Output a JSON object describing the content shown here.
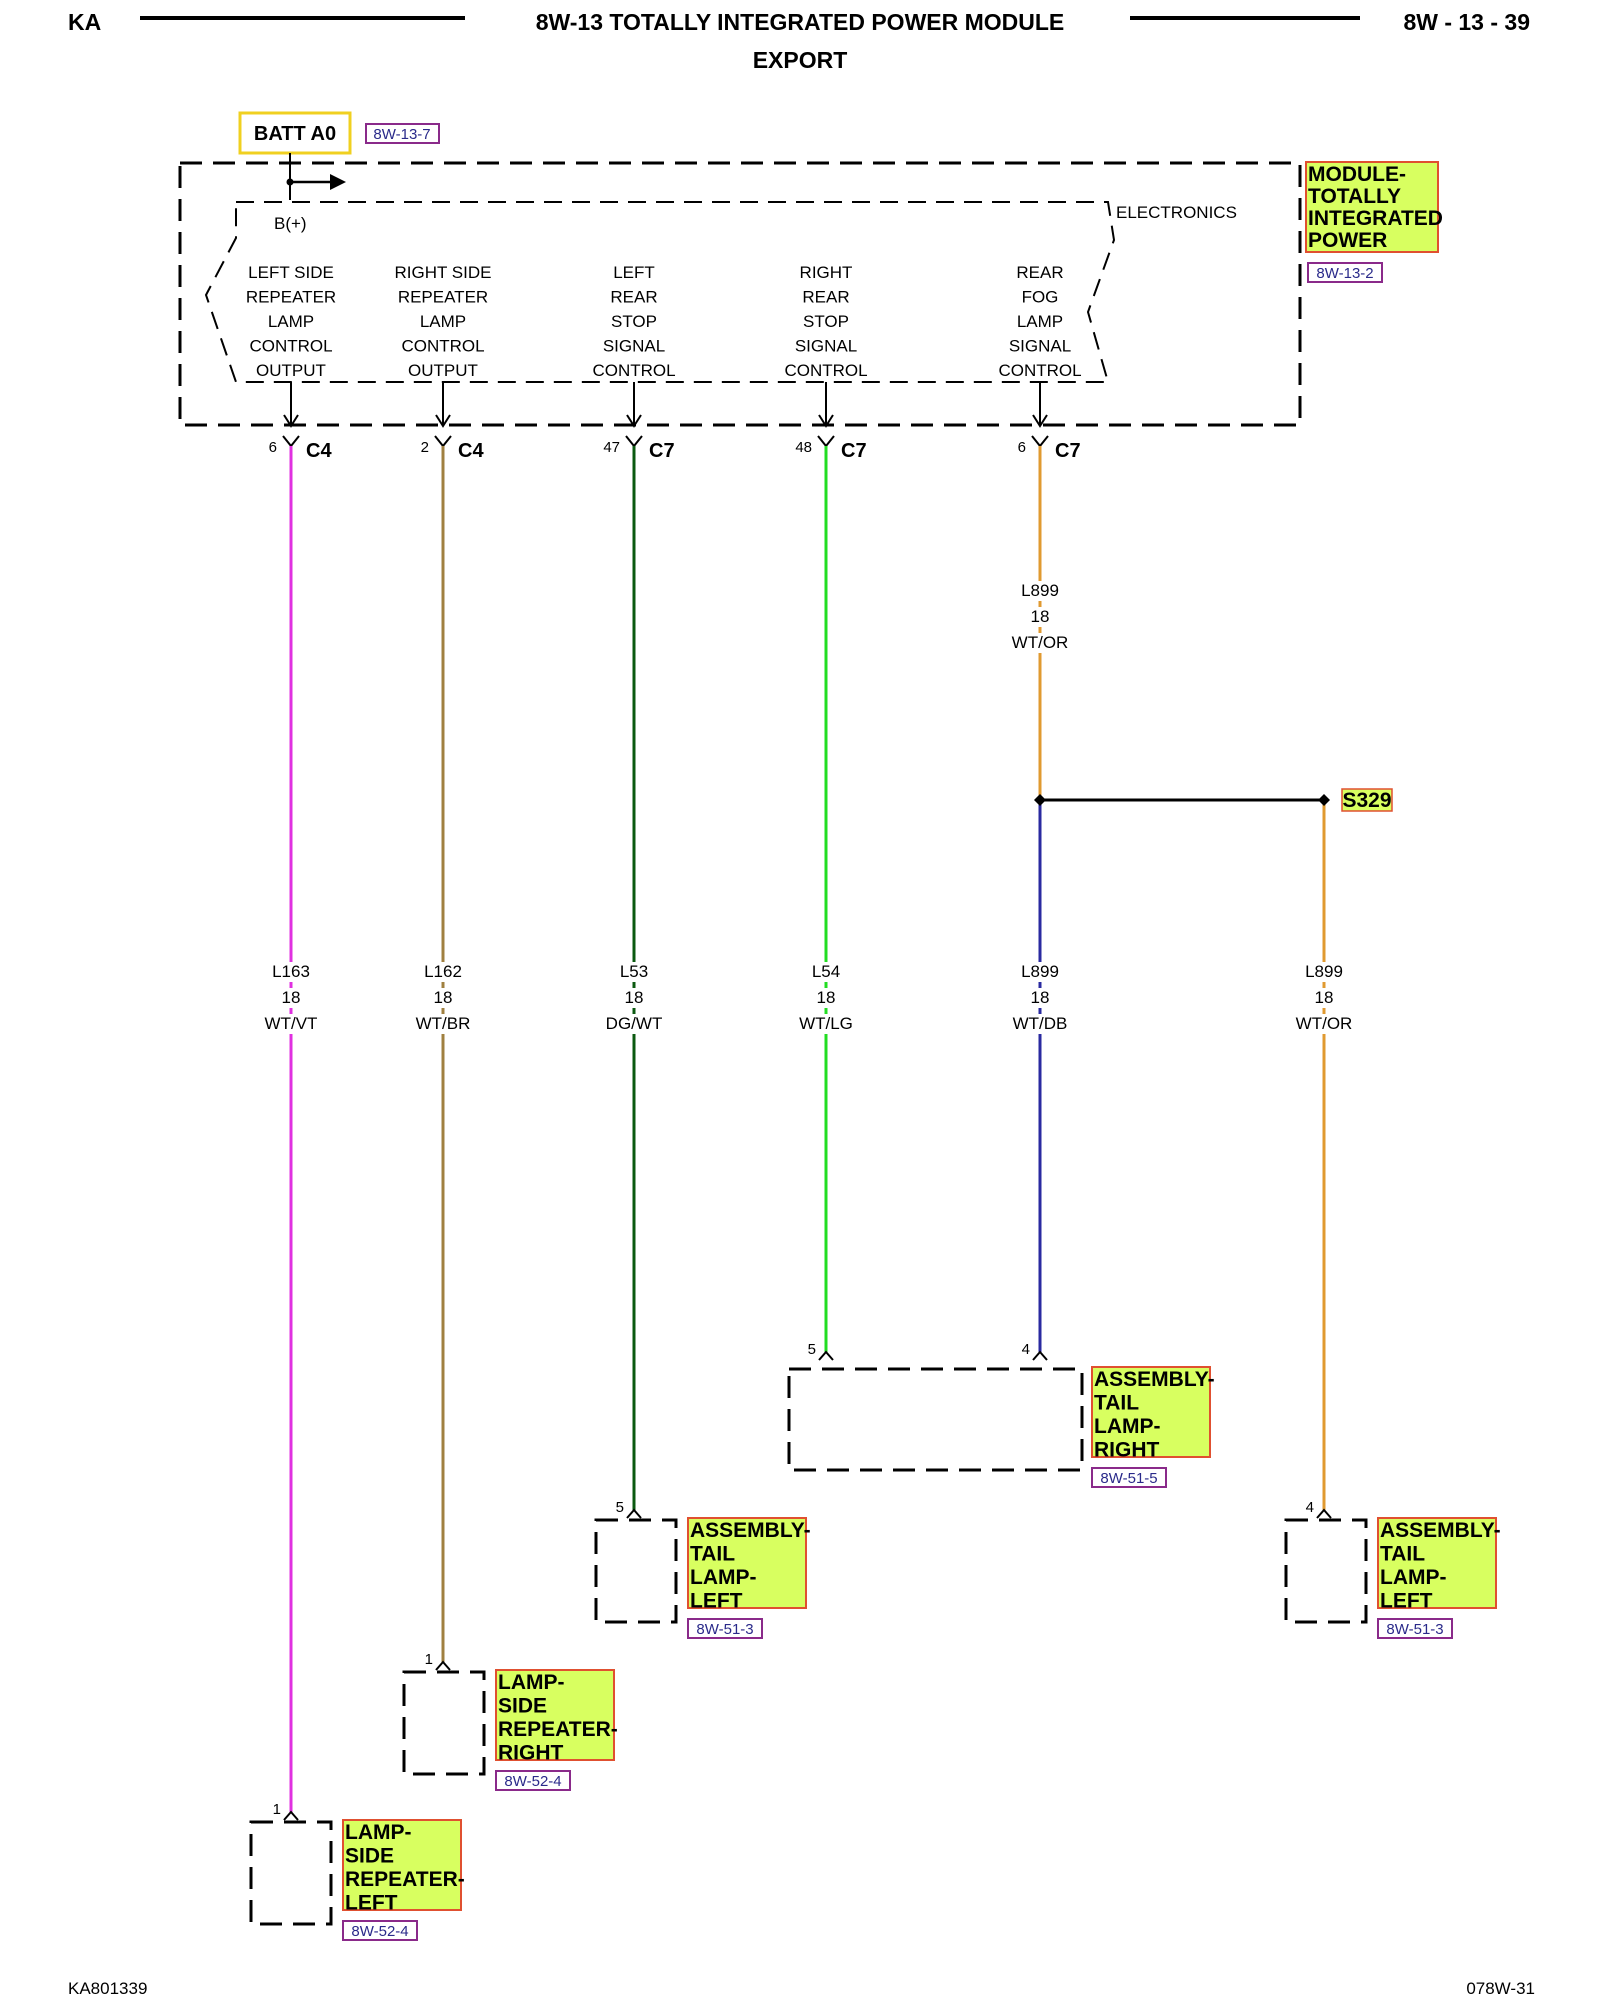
{
  "header": {
    "left": "KA",
    "title": "8W-13 TOTALLY INTEGRATED POWER MODULE",
    "subtitle": "EXPORT",
    "page": "8W - 13 - 39"
  },
  "footer": {
    "left": "KA801339",
    "right": "078W-31"
  },
  "batt": {
    "label": "BATT A0",
    "ref": "8W-13-7"
  },
  "module": {
    "label_lines": [
      "MODULE-",
      "TOTALLY",
      "INTEGRATED",
      "POWER"
    ],
    "ref": "8W-13-2",
    "electronics": "ELECTRONICS",
    "bplus": "B(+)"
  },
  "outputs": [
    {
      "lines": [
        "LEFT SIDE",
        "REPEATER",
        "LAMP",
        "CONTROL",
        "OUTPUT"
      ],
      "pin": "6",
      "connector": "C4",
      "circuit": "L163",
      "gauge": "18",
      "color": "WT/VT",
      "wire_color": "#e030e0",
      "dest_pin": "1"
    },
    {
      "lines": [
        "RIGHT SIDE",
        "REPEATER",
        "LAMP",
        "CONTROL",
        "OUTPUT"
      ],
      "pin": "2",
      "connector": "C4",
      "circuit": "L162",
      "gauge": "18",
      "color": "WT/BR",
      "wire_color": "#a08040",
      "dest_pin": "1"
    },
    {
      "lines": [
        "LEFT",
        "REAR",
        "STOP",
        "SIGNAL",
        "CONTROL"
      ],
      "pin": "47",
      "connector": "C7",
      "circuit": "L53",
      "gauge": "18",
      "color": "DG/WT",
      "wire_color": "#0b5a10",
      "dest_pin": "5"
    },
    {
      "lines": [
        "RIGHT",
        "REAR",
        "STOP",
        "SIGNAL",
        "CONTROL"
      ],
      "pin": "48",
      "connector": "C7",
      "circuit": "L54",
      "gauge": "18",
      "color": "WT/LG",
      "wire_color": "#22dd22",
      "dest_pin": "5"
    },
    {
      "lines": [
        "REAR",
        "FOG",
        "LAMP",
        "SIGNAL",
        "CONTROL"
      ],
      "pin": "6",
      "connector": "C7",
      "circuit": "L899",
      "gauge": "18",
      "color": "WT/DB",
      "wire_color": "#2a2aa0",
      "dest_pin": "4"
    }
  ],
  "rear_fog_upper": {
    "circuit": "L899",
    "gauge": "18",
    "color": "WT/OR",
    "wire_color": "#e09a30"
  },
  "splice": {
    "label": "S329"
  },
  "branch": {
    "circuit": "L899",
    "gauge": "18",
    "color": "WT/OR",
    "wire_color": "#e09a30",
    "dest_pin": "4"
  },
  "components": [
    {
      "lines": [
        "ASSEMBLY-",
        "TAIL",
        "LAMP-",
        "RIGHT"
      ],
      "ref": "8W-51-5"
    },
    {
      "lines": [
        "ASSEMBLY-",
        "TAIL",
        "LAMP-",
        "LEFT"
      ],
      "ref": "8W-51-3"
    },
    {
      "lines": [
        "ASSEMBLY-",
        "TAIL",
        "LAMP-",
        "LEFT"
      ],
      "ref": "8W-51-3"
    },
    {
      "lines": [
        "LAMP-",
        "SIDE",
        "REPEATER-",
        "RIGHT"
      ],
      "ref": "8W-52-4"
    },
    {
      "lines": [
        "LAMP-",
        "SIDE",
        "REPEATER-",
        "LEFT"
      ],
      "ref": "8W-52-4"
    }
  ],
  "colors": {
    "highlight_fill": "#d8ff60",
    "highlight_border": "#e05030",
    "batt_border": "#f0d020",
    "ref_border": "#8a2a8a"
  }
}
